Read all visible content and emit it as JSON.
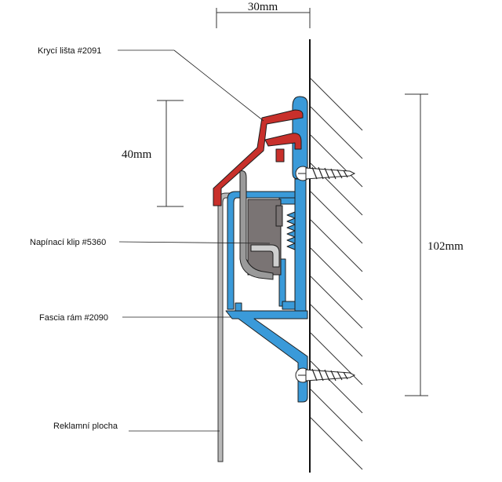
{
  "dimensions": {
    "width_top": "30mm",
    "height_left": "40mm",
    "height_right": "102mm"
  },
  "labels": {
    "cover_strip": "Krycí lišta #2091",
    "tension_clip": "Napínací klip #5360",
    "fascia_frame": "Fascia rám #2090",
    "ad_surface": "Reklamní plocha"
  },
  "colors": {
    "fascia_frame": "#3a9ad9",
    "cover_strip": "#c8302b",
    "tension_clip": "#7a7474",
    "ad_surface": "#b9b9b9",
    "wall": "#111111"
  }
}
